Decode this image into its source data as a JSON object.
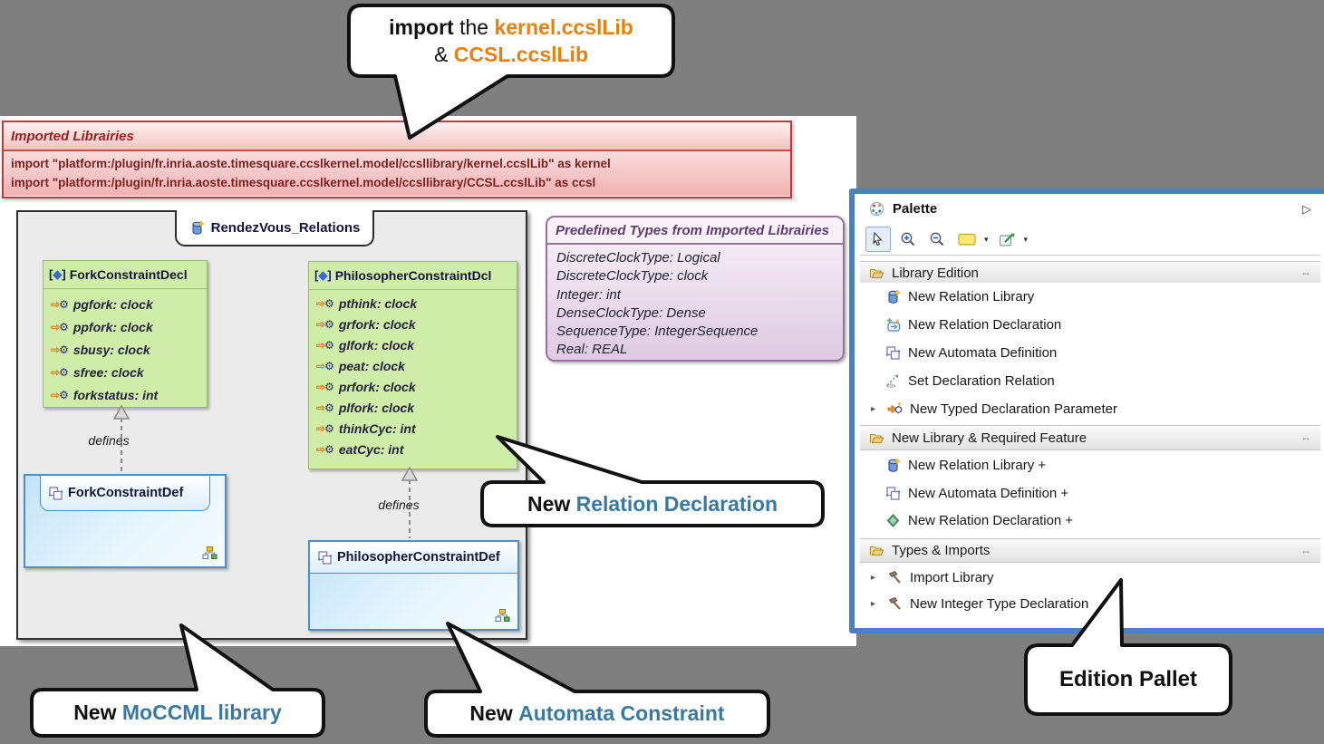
{
  "callouts": {
    "import_note": {
      "bold": "import",
      "middle": " the ",
      "lib1": "kernel.ccslLib",
      "amp": "& ",
      "lib2": "CCSL.ccslLib"
    },
    "new_relation": {
      "prefix": "New ",
      "highlight": "Relation Declaration"
    },
    "new_moccml": {
      "prefix": "New ",
      "highlight": "MoCCML library"
    },
    "new_automata": {
      "prefix": "New ",
      "highlight": "Automata Constraint"
    },
    "edition_pallet": {
      "label": "Edition Pallet"
    }
  },
  "imported_libraries": {
    "title": "Imported Librairies",
    "imports": [
      "import \"platform:/plugin/fr.inria.aoste.timesquare.ccslkernel.model/ccsllibrary/kernel.ccslLib\" as kernel",
      "import \"platform:/plugin/fr.inria.aoste.timesquare.ccslkernel.model/ccsllibrary/CCSL.ccslLib\" as ccsl"
    ]
  },
  "diagram": {
    "title": "RendezVous_Relations",
    "edge_label": "defines",
    "fork_decl": {
      "badge": {
        "open": "[",
        "diamond": "◆",
        "close": "]"
      },
      "name": "ForkConstraintDecl",
      "attrs": [
        "pgfork: clock",
        "ppfork: clock",
        "sbusy: clock",
        "sfree: clock",
        "forkstatus: int"
      ]
    },
    "philosopher_decl": {
      "badge": {
        "open": "[",
        "diamond": "◆",
        "close": "]"
      },
      "name": "PhilosopherConstraintDcl",
      "attrs": [
        "pthink: clock",
        "grfork: clock",
        "glfork: clock",
        "peat: clock",
        "prfork: clock",
        "plfork: clock",
        "thinkCyc: int",
        "eatCyc: int"
      ]
    },
    "fork_def": {
      "name": "ForkConstraintDef"
    },
    "philosopher_def": {
      "name": "PhilosopherConstraintDef"
    }
  },
  "predefined_types": {
    "title": "Predefined Types from Imported Librairies",
    "items": [
      "DiscreteClockType: Logical",
      "DiscreteClockType: clock",
      "Integer: int",
      "DenseClockType: Dense",
      "SequenceType: IntegerSequence",
      "Real: REAL"
    ]
  },
  "palette": {
    "title": "Palette",
    "sections": [
      {
        "label": "Library Edition",
        "items": [
          {
            "label": "New Relation Library"
          },
          {
            "label": "New Relation Declaration"
          },
          {
            "label": "New Automata Definition"
          },
          {
            "label": "Set Declaration Relation"
          },
          {
            "label": "New Typed Declaration Parameter"
          }
        ]
      },
      {
        "label": "New Library & Required Feature",
        "items": [
          {
            "label": "New Relation Library +"
          },
          {
            "label": "New Automata Definition +"
          },
          {
            "label": "New Relation Declaration +"
          }
        ]
      },
      {
        "label": "Types & Imports",
        "items": [
          {
            "label": "Import Library"
          },
          {
            "label": "New Integer Type Declaration"
          }
        ]
      }
    ]
  },
  "colors": {
    "background_gray": "#7f7f7f",
    "palette_border_blue": "#4a80c4",
    "callout_teal": "#3879a3",
    "callout_orange": "#e8800f",
    "decl_green": "#cfeca8",
    "def_blue_border": "#4e8fc9",
    "imported_red": "#9c1d1d",
    "types_purple": "#5f3a6e"
  }
}
